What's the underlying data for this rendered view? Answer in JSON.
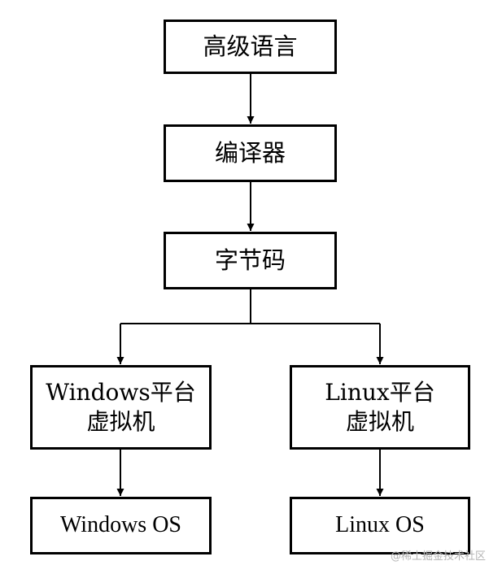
{
  "nodes": {
    "high_level_language": "高级语言",
    "compiler": "编译器",
    "bytecode": "字节码",
    "windows_vm": [
      "Windows平台",
      "虚拟机"
    ],
    "linux_vm": [
      "Linux平台",
      "虚拟机"
    ],
    "windows_os": "Windows OS",
    "linux_os": "Linux OS"
  },
  "watermark": "@稀土掘金技术社区",
  "colors": {
    "line": "#000000",
    "background": "#ffffff",
    "watermark": "#b4b4b4"
  }
}
